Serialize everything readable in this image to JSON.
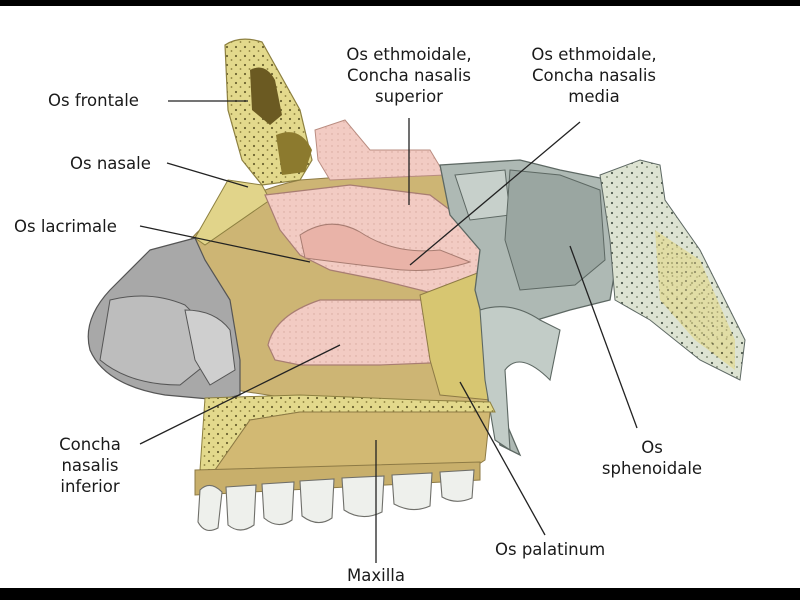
{
  "labels": {
    "os_frontale": "Os frontale",
    "os_nasale": "Os nasale",
    "os_lacrimale": "Os lacrimale",
    "ethmoid_superior": [
      "Os ethmoidale,",
      "Concha nasalis",
      "superior"
    ],
    "ethmoid_media": [
      "Os ethmoidale,",
      "Concha nasalis",
      "media"
    ],
    "concha_inferior": [
      "Concha",
      "nasalis",
      "inferior"
    ],
    "maxilla": "Maxilla",
    "os_palatinum": "Os palatinum",
    "os_sphenoidale": [
      "Os",
      "sphenoidale"
    ]
  },
  "colors": {
    "frontal_bone": "#e6dc8a",
    "nasal_cavity_wall": "#cfb878",
    "concha_pink": "#f1c6bd",
    "sphenoid_gray": "#a9b5b2",
    "nasal_cartilage": "#a5a5a5",
    "maxilla": "#d8c27c",
    "teeth": "#eef0ec",
    "leader_line": "#222222"
  }
}
